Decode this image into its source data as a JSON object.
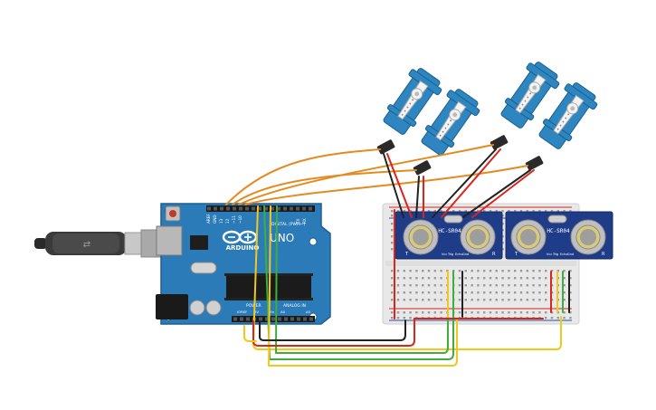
{
  "arduino": {
    "brand": "ARDUINO",
    "model": "UNO",
    "digital_label": "DIGITAL (PWM~)",
    "power_label": "POWER",
    "analog_label": "ANALOG IN",
    "aref": "AREF",
    "gnd": "GND",
    "tx": "TX",
    "rx": "RX",
    "pin13": "13",
    "pin12": "12",
    "pin11": "~11",
    "pin10": "~10",
    "ioref": "IOREF",
    "reset": "RESET",
    "v33": "3.3V",
    "v5": "5V",
    "vin": "Vin",
    "a0": "A0",
    "a1": "A1",
    "a2": "A2",
    "a3": "A3",
    "a4": "A4",
    "a5": "A5"
  },
  "sensors": [
    {
      "model": "HC-SR04",
      "pins": [
        "Vcc",
        "Trig",
        "Echo",
        "Gnd"
      ],
      "t": "T",
      "r": "R"
    },
    {
      "model": "HC-SR04",
      "pins": [
        "Vcc",
        "Trig",
        "Echo",
        "Gnd"
      ],
      "t": "T",
      "r": "R"
    }
  ],
  "colors": {
    "board": "#2b7bb9",
    "servo": "#2e86c1",
    "sensor": "#1f3c88",
    "wire_orange": "#e58a1f",
    "wire_red": "#d9261c",
    "wire_black": "#222222",
    "wire_yellow": "#f2c81d",
    "wire_green": "#3fae3a"
  }
}
